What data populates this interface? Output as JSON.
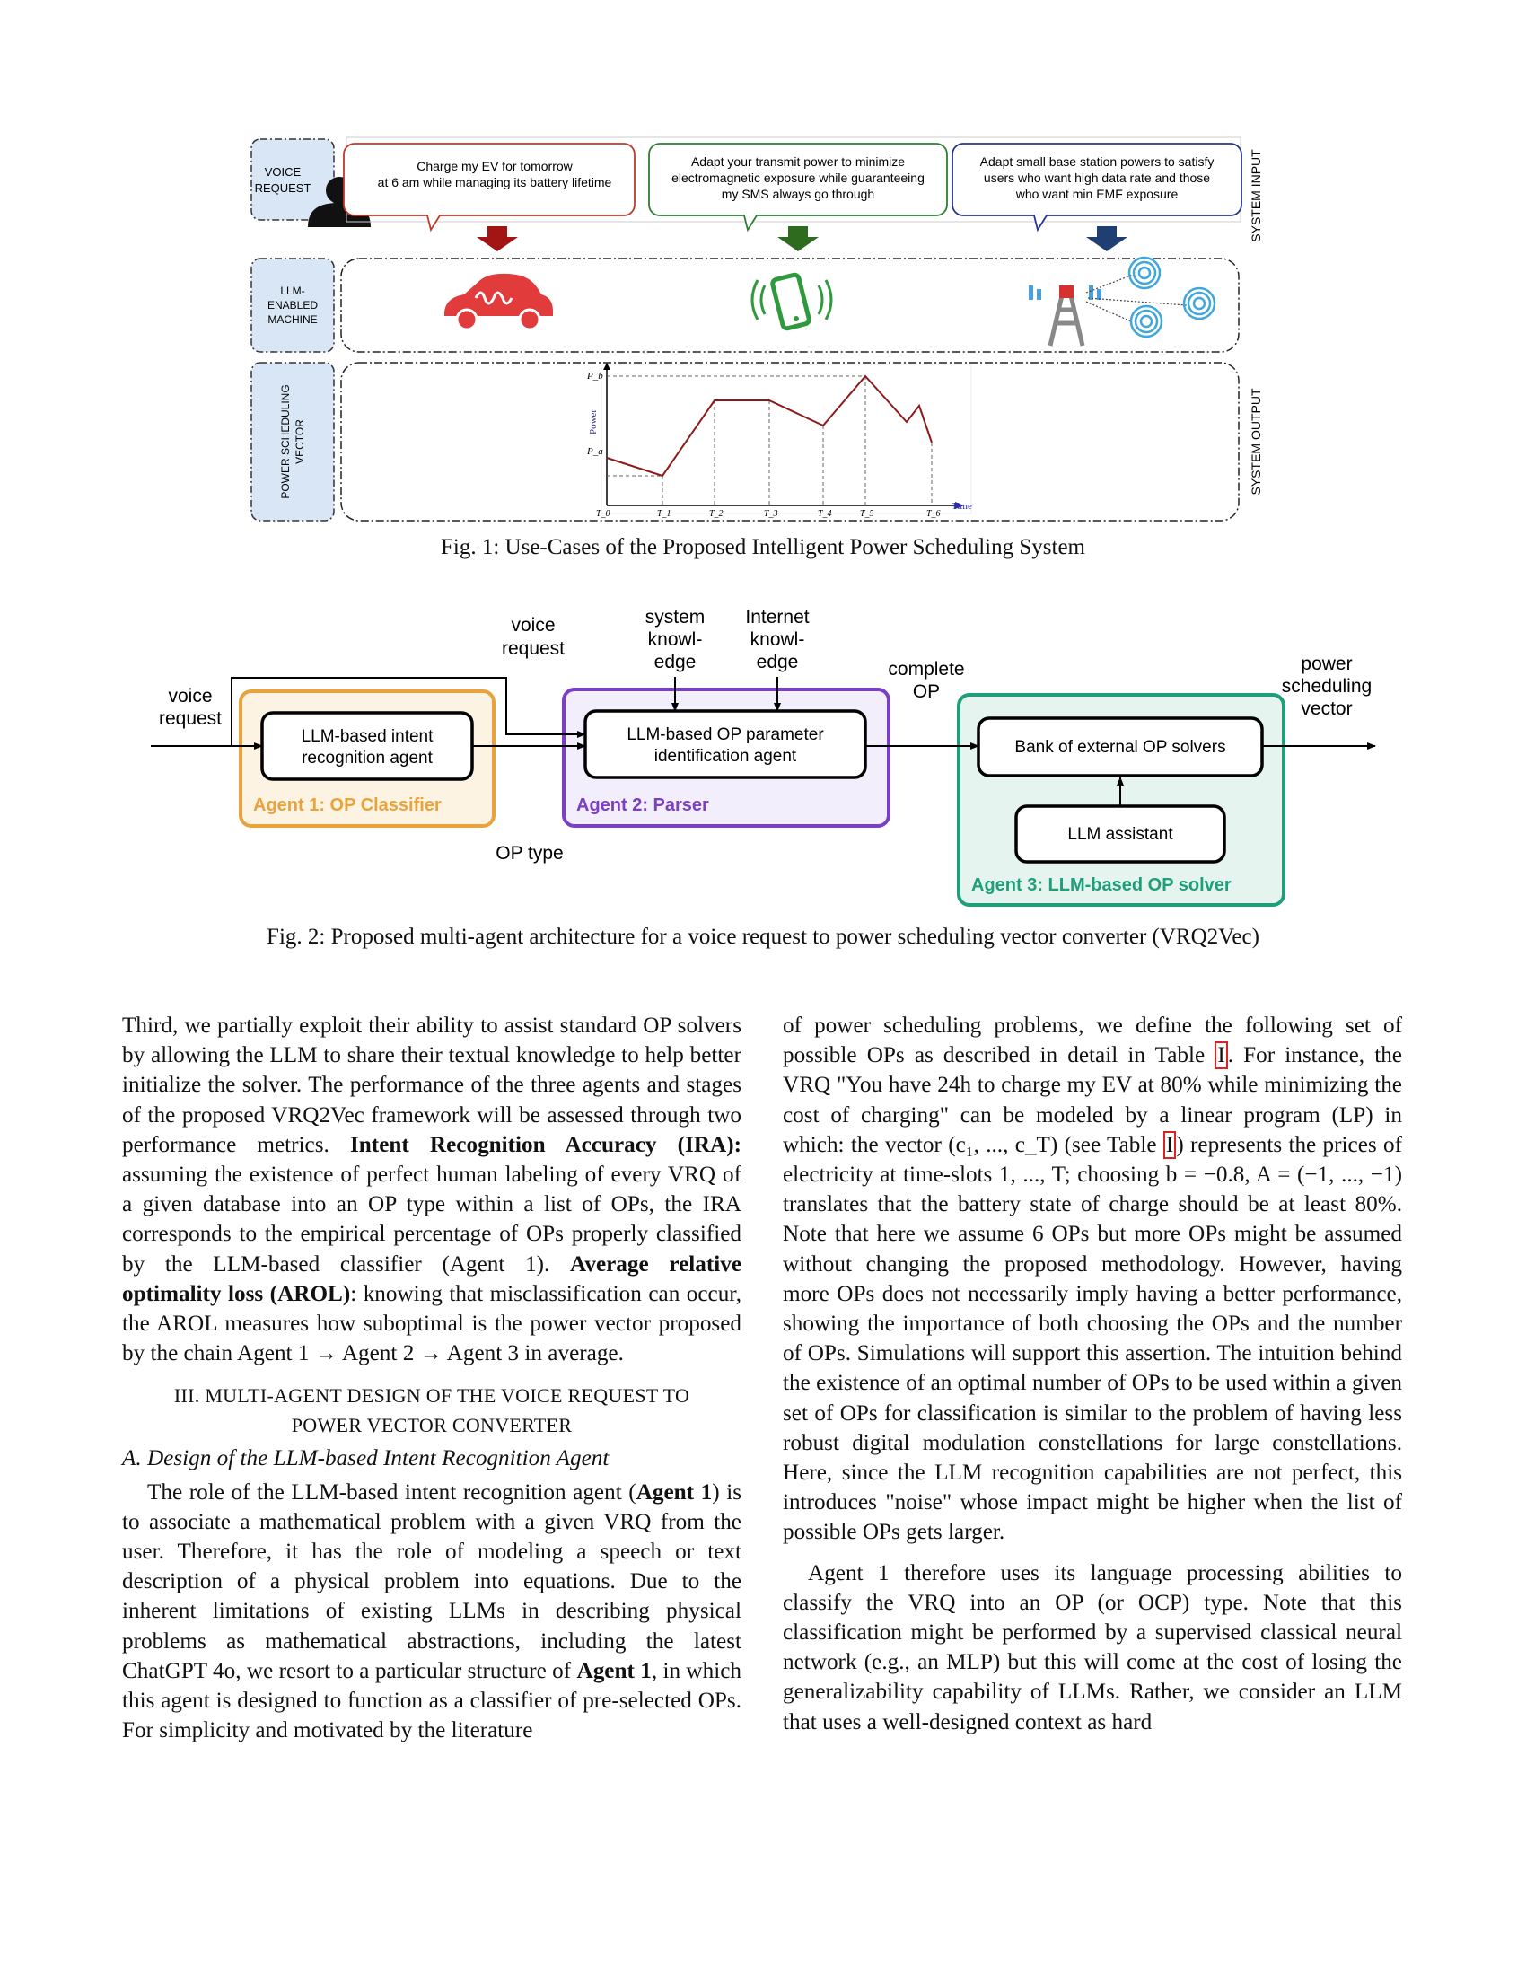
{
  "fig1": {
    "caption": "Fig. 1: Use-Cases of the Proposed Intelligent Power Scheduling System",
    "row_labels": {
      "voice": [
        "VOICE",
        "REQUEST"
      ],
      "llm": [
        "LLM-",
        "ENABLED",
        "MACHINE"
      ],
      "power": [
        "POWER SCHEDULING",
        "VECTOR"
      ]
    },
    "side_labels": {
      "input": "SYSTEM INPUT",
      "output": "SYSTEM OUTPUT"
    },
    "bubbles": [
      {
        "lines": [
          "Charge my EV for tomorrow",
          "at 6 am while managing its battery lifetime"
        ],
        "color": "#c0392b"
      },
      {
        "lines": [
          "Adapt your transmit power to minimize",
          "electromagnetic exposure while guaranteeing",
          "my SMS always go through"
        ],
        "color": "#2e7d32"
      },
      {
        "lines": [
          "Adapt small base station powers to satisfy",
          "users who want high data rate  and those",
          "who want min EMF exposure"
        ],
        "color": "#283593"
      }
    ],
    "arrow_colors": [
      "#a31515",
      "#2f6b1e",
      "#1f3f73"
    ],
    "icons": [
      "car-icon",
      "phone-icon",
      "base-station-icon"
    ],
    "plot": {
      "y_axis_label": "Power",
      "x_axis_label": "Time",
      "y_ticks": [
        "P_b",
        "P_a"
      ],
      "x_ticks": [
        "T_0",
        "T_1",
        "T_2",
        "T_3",
        "T_4",
        "T_5",
        "T_6"
      ],
      "line_color": "#8b1a1a"
    }
  },
  "fig2": {
    "caption": "Fig. 2: Proposed multi-agent architecture for a voice request to power scheduling vector converter (VRQ2Vec)",
    "inputs": {
      "voice_left": [
        "voice",
        "request"
      ],
      "voice_top": [
        "voice",
        "request"
      ],
      "system_knowledge": [
        "system",
        "knowl-",
        "edge"
      ],
      "internet_knowledge": [
        "Internet",
        "knowl-",
        "edge"
      ],
      "complete_op": [
        "complete",
        "OP"
      ],
      "output": [
        "power",
        "scheduling",
        "vector"
      ],
      "op_type": "OP type"
    },
    "agent1": {
      "box": [
        "LLM-based intent",
        "recognition agent"
      ],
      "label": "Agent 1: OP Classifier",
      "color": "#e8a33d",
      "fill": "#fdf3e3"
    },
    "agent2": {
      "box": [
        "LLM-based OP parameter",
        "identification agent"
      ],
      "label": "Agent 2: Parser",
      "color": "#7b3fc4",
      "fill": "#f3eefb"
    },
    "agent3": {
      "box_top": "Bank of external OP solvers",
      "box_bottom": "LLM assistant",
      "label": "Agent 3: LLM-based OP solver",
      "color": "#1f9e7a",
      "fill": "#e6f4f0"
    }
  },
  "text": {
    "left_p1_a": "Third, we partially exploit their ability to assist standard OP solvers by allowing the LLM to share their textual knowledge to help better initialize the solver. The performance of the three agents and stages of the proposed VRQ2Vec framework will be assessed through two performance metrics. ",
    "left_p1_b1": "Intent Recognition Accuracy (IRA):",
    "left_p1_c": " assuming the existence of perfect human labeling of every VRQ of a given database into an OP type within a list of OPs, the IRA corresponds to the empirical percentage of OPs properly classified by the LLM-based classifier (Agent 1). ",
    "left_p1_b2": "Average relative optimality loss (AROL)",
    "left_p1_d": ": knowing that misclassification can occur, the AROL measures how suboptimal is the power vector proposed by the chain Agent 1 → Agent 2 → Agent 3 in average.",
    "section_line1": "III. MULTI-AGENT DESIGN OF THE VOICE REQUEST TO",
    "section_line2": "POWER VECTOR CONVERTER",
    "subsection": "A. Design of the LLM-based Intent Recognition Agent",
    "left_p2_a": "The role of the LLM-based intent recognition agent (",
    "left_p2_b1": "Agent 1",
    "left_p2_c": ") is to associate a mathematical problem with a given VRQ from the user. Therefore, it has the role of modeling a speech or text description of a physical problem into equations. Due to the inherent limitations of existing LLMs in describing physical problems as mathematical abstractions, including the latest ChatGPT 4o, we resort to a particular structure of ",
    "left_p2_b2": "Agent 1",
    "left_p2_d": ", in which this agent is designed to function as a classifier of pre-selected OPs. For simplicity and motivated by the literature",
    "right_p1_a": "of power scheduling problems, we define the following set of possible OPs as described in detail in Table ",
    "ref1": "I",
    "right_p1_b": ". For instance, the VRQ \"You have 24h to charge my EV at 80% while minimizing the cost of charging\" can be modeled by a linear program (LP) in which: the vector (c₁, ..., c_T) (see Table ",
    "ref2": "I",
    "right_p1_c": ") represents the prices of electricity at time-slots 1, ..., T; choosing b = −0.8, A = (−1, ..., −1) translates that the battery state of charge should be at least 80%. Note that here we assume 6 OPs but more OPs might be assumed without changing the proposed methodology. However, having more OPs does not necessarily imply having a better performance, showing the importance of both choosing the OPs and the number of OPs. Simulations will support this assertion. The intuition behind the existence of an optimal number of OPs to be used within a given set of OPs for classification is similar to the problem of having less robust digital modulation constellations for large constellations. Here, since the LLM recognition capabilities are not perfect, this introduces \"noise\" whose impact might be higher when the list of possible OPs gets larger.",
    "right_p2": "Agent 1 therefore uses its language processing abilities to classify the VRQ into an OP (or OCP) type. Note that this classification might be performed by a supervised classical neural network (e.g., an MLP) but this will come at the cost of losing the generalizability capability of LLMs. Rather, we consider an LLM that uses a well-designed context as hard"
  }
}
